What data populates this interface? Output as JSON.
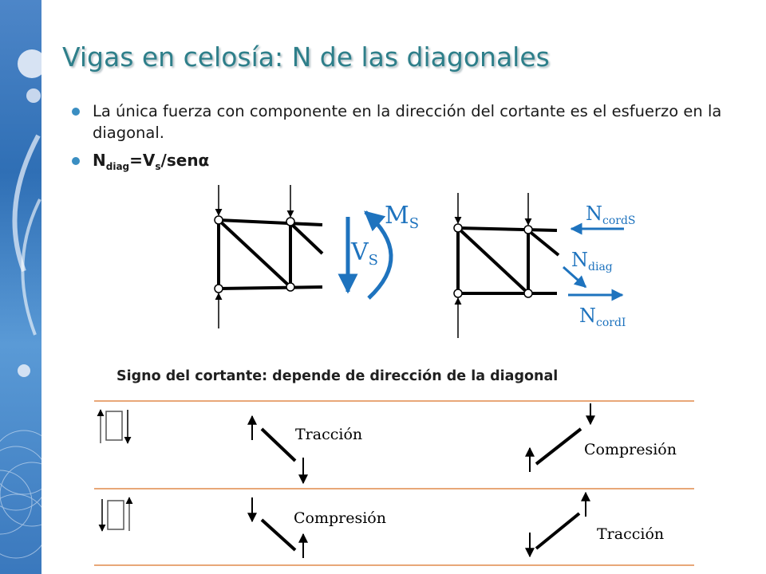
{
  "slide": {
    "title": "Vigas en celosía: N de las diagonales",
    "bullets": [
      {
        "text": "La única fuerza con componente en la dirección del cortante es el esfuerzo en la diagonal."
      }
    ],
    "formula": {
      "n": "N",
      "n_sub": "diag",
      "eq": "=V",
      "v_sub": "s",
      "tail": "/senα"
    }
  },
  "diagram": {
    "left_labels": {
      "vs": "V",
      "vs_sub": "S",
      "ms": "M",
      "ms_sub": "S"
    },
    "right_labels": {
      "ncords": "N",
      "ncords_sub": "cordS",
      "ndiag": "N",
      "ndiag_sub": "diag",
      "ncordi": "N",
      "ncordi_sub": "cordI"
    },
    "arrow_color": "#1e73be"
  },
  "sign_table": {
    "subtitle": "Signo del cortante: depende de dirección de la diagonal",
    "rows": [
      {
        "left_label": "Tracción",
        "right_label": "Compresión"
      },
      {
        "left_label": "Compresión",
        "right_label": "Tracción"
      }
    ],
    "rule_color": "#e8a778"
  }
}
